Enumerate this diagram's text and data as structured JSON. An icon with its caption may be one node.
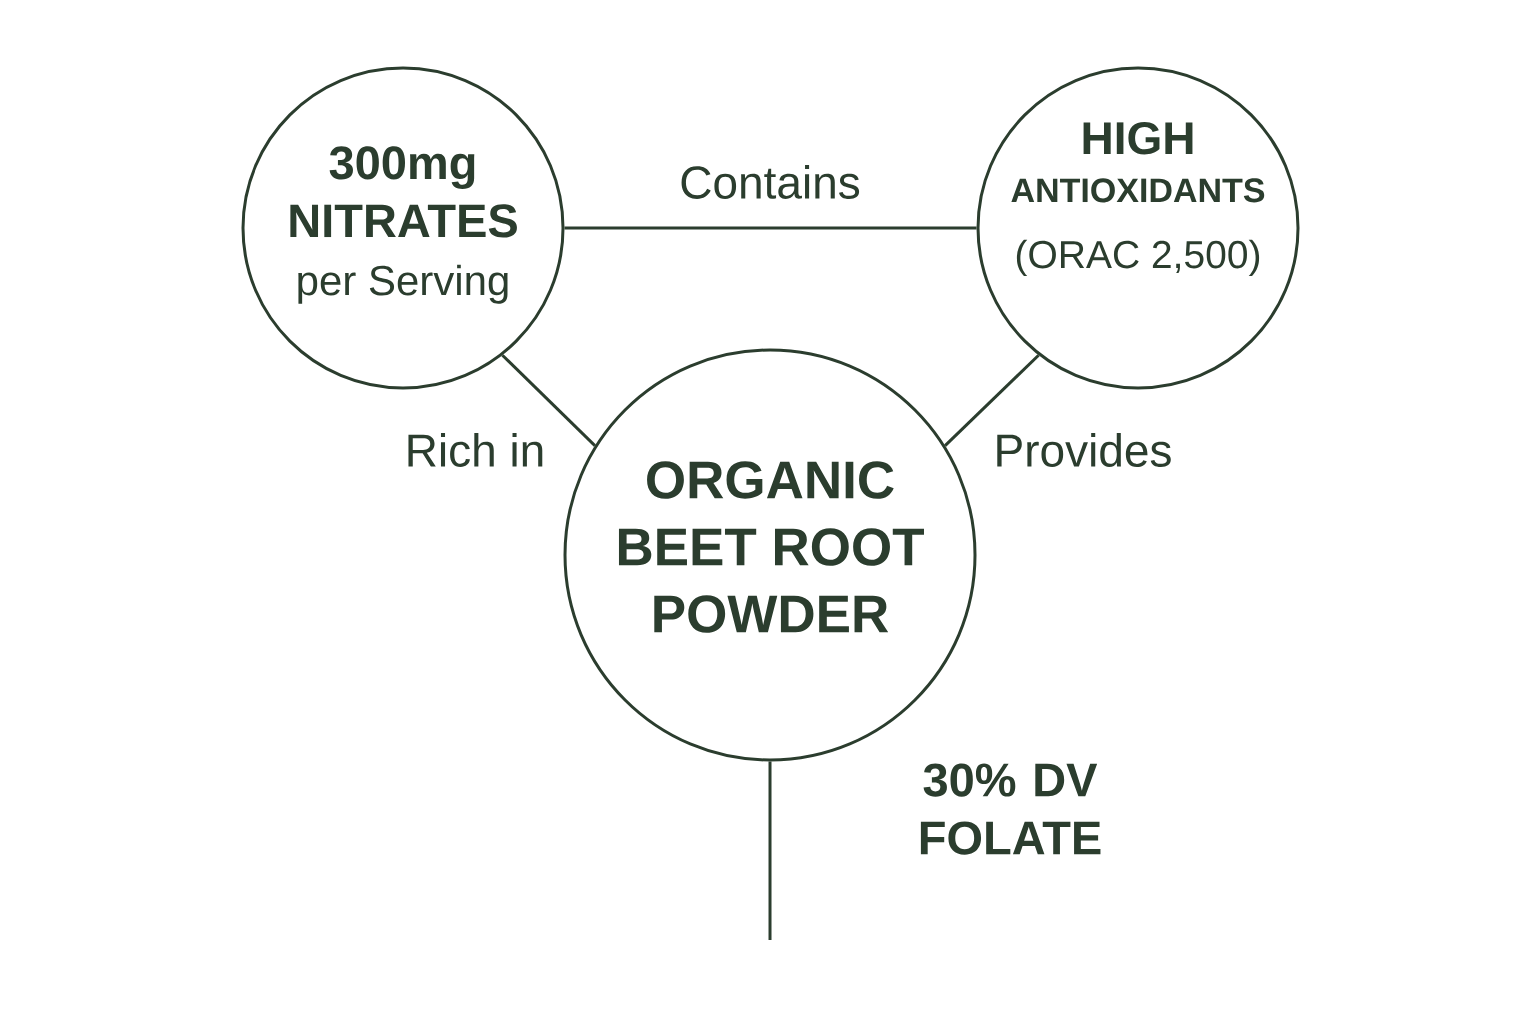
{
  "diagram": {
    "nodes": [
      {
        "text": [
          "300mg",
          "NITRATES",
          "per Serving"
        ]
      },
      {
        "text": [
          "HIGH",
          "ANTIOXIDANTS",
          "(ORAC 2,500)"
        ]
      },
      {
        "text": [
          "ORGANIC BEET ROOT POWDER"
        ]
      }
    ],
    "edges": [
      {
        "from": 0,
        "to": 1,
        "arrow": "none",
        "label": "Contains"
      },
      {
        "from": 0,
        "to": 2,
        "arrow": "none",
        "label": "Rich in"
      },
      {
        "from": 1,
        "to": 2,
        "arrow": "none",
        "label": "Provides"
      },
      {
        "from": 2,
        "to": null,
        "arrow": "none",
        "label": "30% DV FOLATE"
      }
    ]
  }
}
